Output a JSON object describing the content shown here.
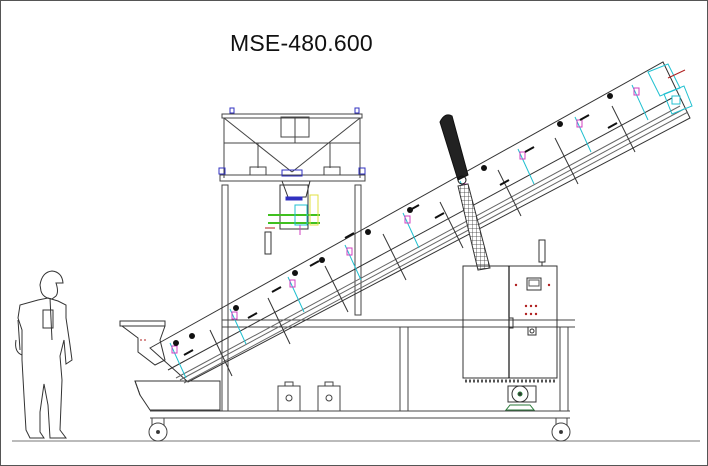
{
  "drawing": {
    "title": "MSE-480.600",
    "type": "side-elevation technical drawing",
    "components": [
      {
        "id": "operator-figure",
        "label": "Operator (scale reference)"
      },
      {
        "id": "feed-hopper",
        "label": "Feed hopper"
      },
      {
        "id": "collection-tray",
        "label": "Collection tray"
      },
      {
        "id": "inclined-conveyor",
        "label": "Inclined conveyor"
      },
      {
        "id": "top-hopper-frame",
        "label": "Top hopper / frame"
      },
      {
        "id": "dosing-unit",
        "label": "Dosing unit"
      },
      {
        "id": "flex-screw-column",
        "label": "Flexible screw column"
      },
      {
        "id": "control-cabinet",
        "label": "Control cabinet"
      },
      {
        "id": "drive-motor",
        "label": "Drive motor"
      },
      {
        "id": "base-frame",
        "label": "Base frame with castors"
      },
      {
        "id": "drive-gearbox",
        "label": "Conveyor head drive"
      }
    ],
    "colors": {
      "line": "#333333",
      "accent_magenta": "#d040c0",
      "accent_cyan": "#20c0d0",
      "accent_green": "#40c020",
      "accent_yellow": "#e0e040",
      "accent_blue": "#3030c0",
      "accent_red": "#b02020",
      "motor_green": "#2a7a3a"
    }
  }
}
